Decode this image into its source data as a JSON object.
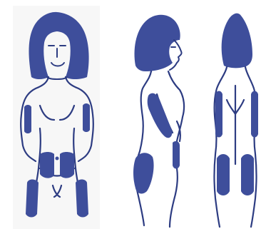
{
  "colors": {
    "background": "#ffffff",
    "panel_bg": "#f7f7f7",
    "fill": "#3e4e9b",
    "outline": "#2d3c82"
  },
  "figures": [
    {
      "view": "front",
      "icon": "woman-front-view-illustration"
    },
    {
      "view": "side",
      "icon": "woman-side-view-illustration"
    },
    {
      "view": "back",
      "icon": "woman-back-view-illustration"
    }
  ]
}
